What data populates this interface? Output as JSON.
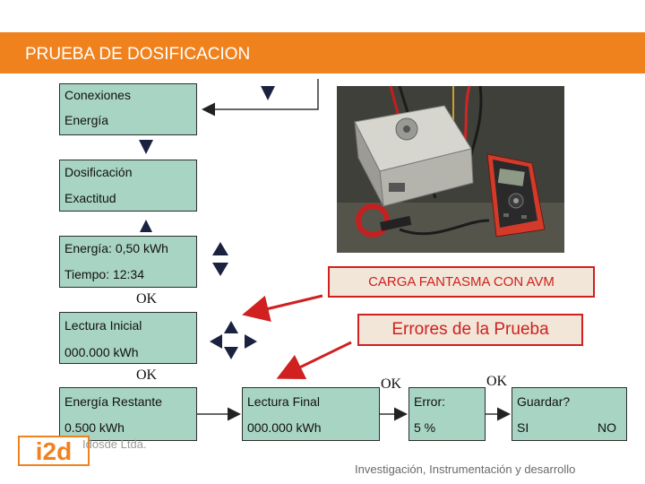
{
  "header": {
    "title": "PRUEBA DE DOSIFICACION"
  },
  "menu": {
    "box1": [
      "Conexiones",
      "Energía"
    ],
    "box2": [
      "Dosificación",
      "Exactitud"
    ],
    "box3": [
      "Energía: 0,50 kWh",
      "Tiempo:  12:34"
    ],
    "box4": [
      "Lectura Inicial",
      "000.000 kWh"
    ],
    "ok_labels": [
      "OK",
      "OK",
      "OK",
      "OK"
    ]
  },
  "results": {
    "restante": [
      "Energía Restante",
      "0.500 kWh"
    ],
    "final": [
      "Lectura Final",
      "000.000 kWh"
    ],
    "error": [
      "Error:",
      "5 %"
    ],
    "guardar": [
      "Guardar?",
      "SI",
      "NO"
    ]
  },
  "callouts": {
    "carga": "CARGA FANTASMA CON AVM",
    "errores": "Errores de la Prueba"
  },
  "footer": {
    "company": "Idosde Ltda.",
    "tagline": "Investigación, Instrumentación y desarrollo",
    "logo": "i2d"
  },
  "colors": {
    "accent": "#f0821e",
    "box": "#a8d4c4",
    "callout_red": "#d02020"
  }
}
